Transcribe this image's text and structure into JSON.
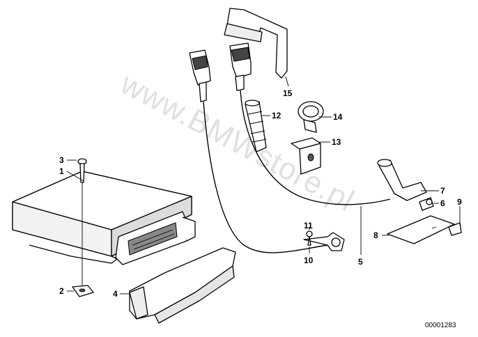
{
  "diagram": {
    "watermark": "www.BMWstore.pl",
    "drawing_number": "00001283",
    "callouts": [
      {
        "id": "1",
        "text": "1"
      },
      {
        "id": "2",
        "text": "2"
      },
      {
        "id": "3",
        "text": "3"
      },
      {
        "id": "4",
        "text": "4"
      },
      {
        "id": "5",
        "text": "5"
      },
      {
        "id": "6",
        "text": "6"
      },
      {
        "id": "7",
        "text": "7"
      },
      {
        "id": "8",
        "text": "8"
      },
      {
        "id": "9",
        "text": "9"
      },
      {
        "id": "10",
        "text": "10"
      },
      {
        "id": "11",
        "text": "11"
      },
      {
        "id": "12",
        "text": "12"
      },
      {
        "id": "13",
        "text": "13"
      },
      {
        "id": "14",
        "text": "14"
      },
      {
        "id": "15",
        "text": "15"
      }
    ]
  }
}
